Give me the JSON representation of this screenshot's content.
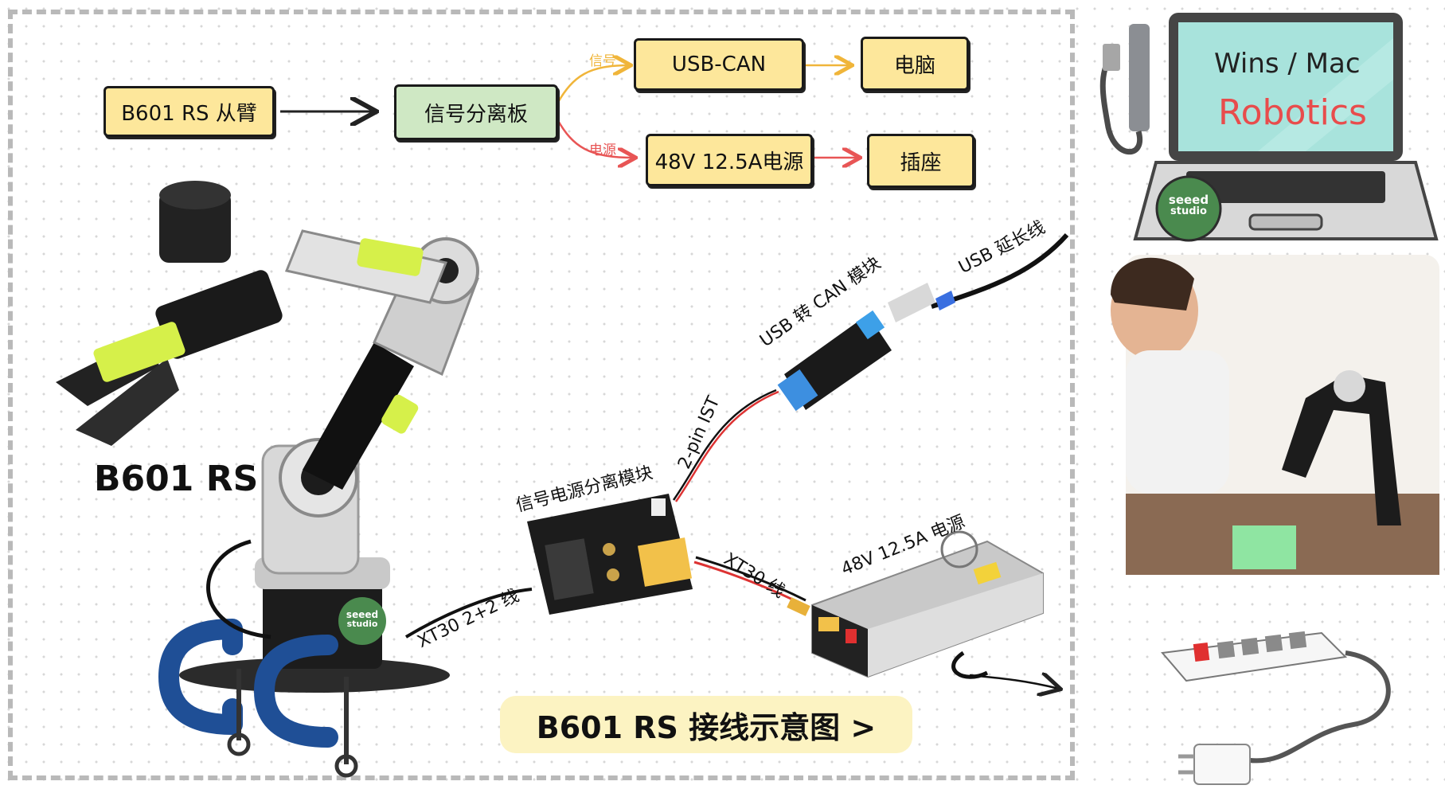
{
  "flow": {
    "arm_slave": "B601 RS 从臂",
    "splitter_board": "信号分离板",
    "usb_can": "USB-CAN",
    "computer": "电脑",
    "power_supply": "48V 12.5A电源",
    "socket": "插座",
    "signal_label": "信号",
    "power_label": "电源"
  },
  "callouts": {
    "arm_name": "B601 RS",
    "usb_extension": "USB 延长线",
    "usb_can_module": "USB 转 CAN 模块",
    "two_pin_ist": "2-pin IST",
    "split_module": "信号电源分离模块",
    "xt30_line": "XT30 线",
    "xt30_22_line": "XT30 2+2 线",
    "psu_label": "48V 12.5A 电源"
  },
  "laptop": {
    "os_text": "Wins / Mac",
    "app_text": "Robotics",
    "brand_line1": "seeed",
    "brand_line2": "studio"
  },
  "arm_brand": {
    "line1": "seeed",
    "line2": "studio"
  },
  "cta": {
    "label": "B601 RS 接线示意图  >"
  },
  "colors": {
    "yellow_node": "#fde79b",
    "green_node": "#cfe8c4",
    "signal_line": "#f0b53a",
    "power_line": "#e85555",
    "laptop_screen": "#a8e3dc",
    "brand_green": "#4a8a4e"
  }
}
